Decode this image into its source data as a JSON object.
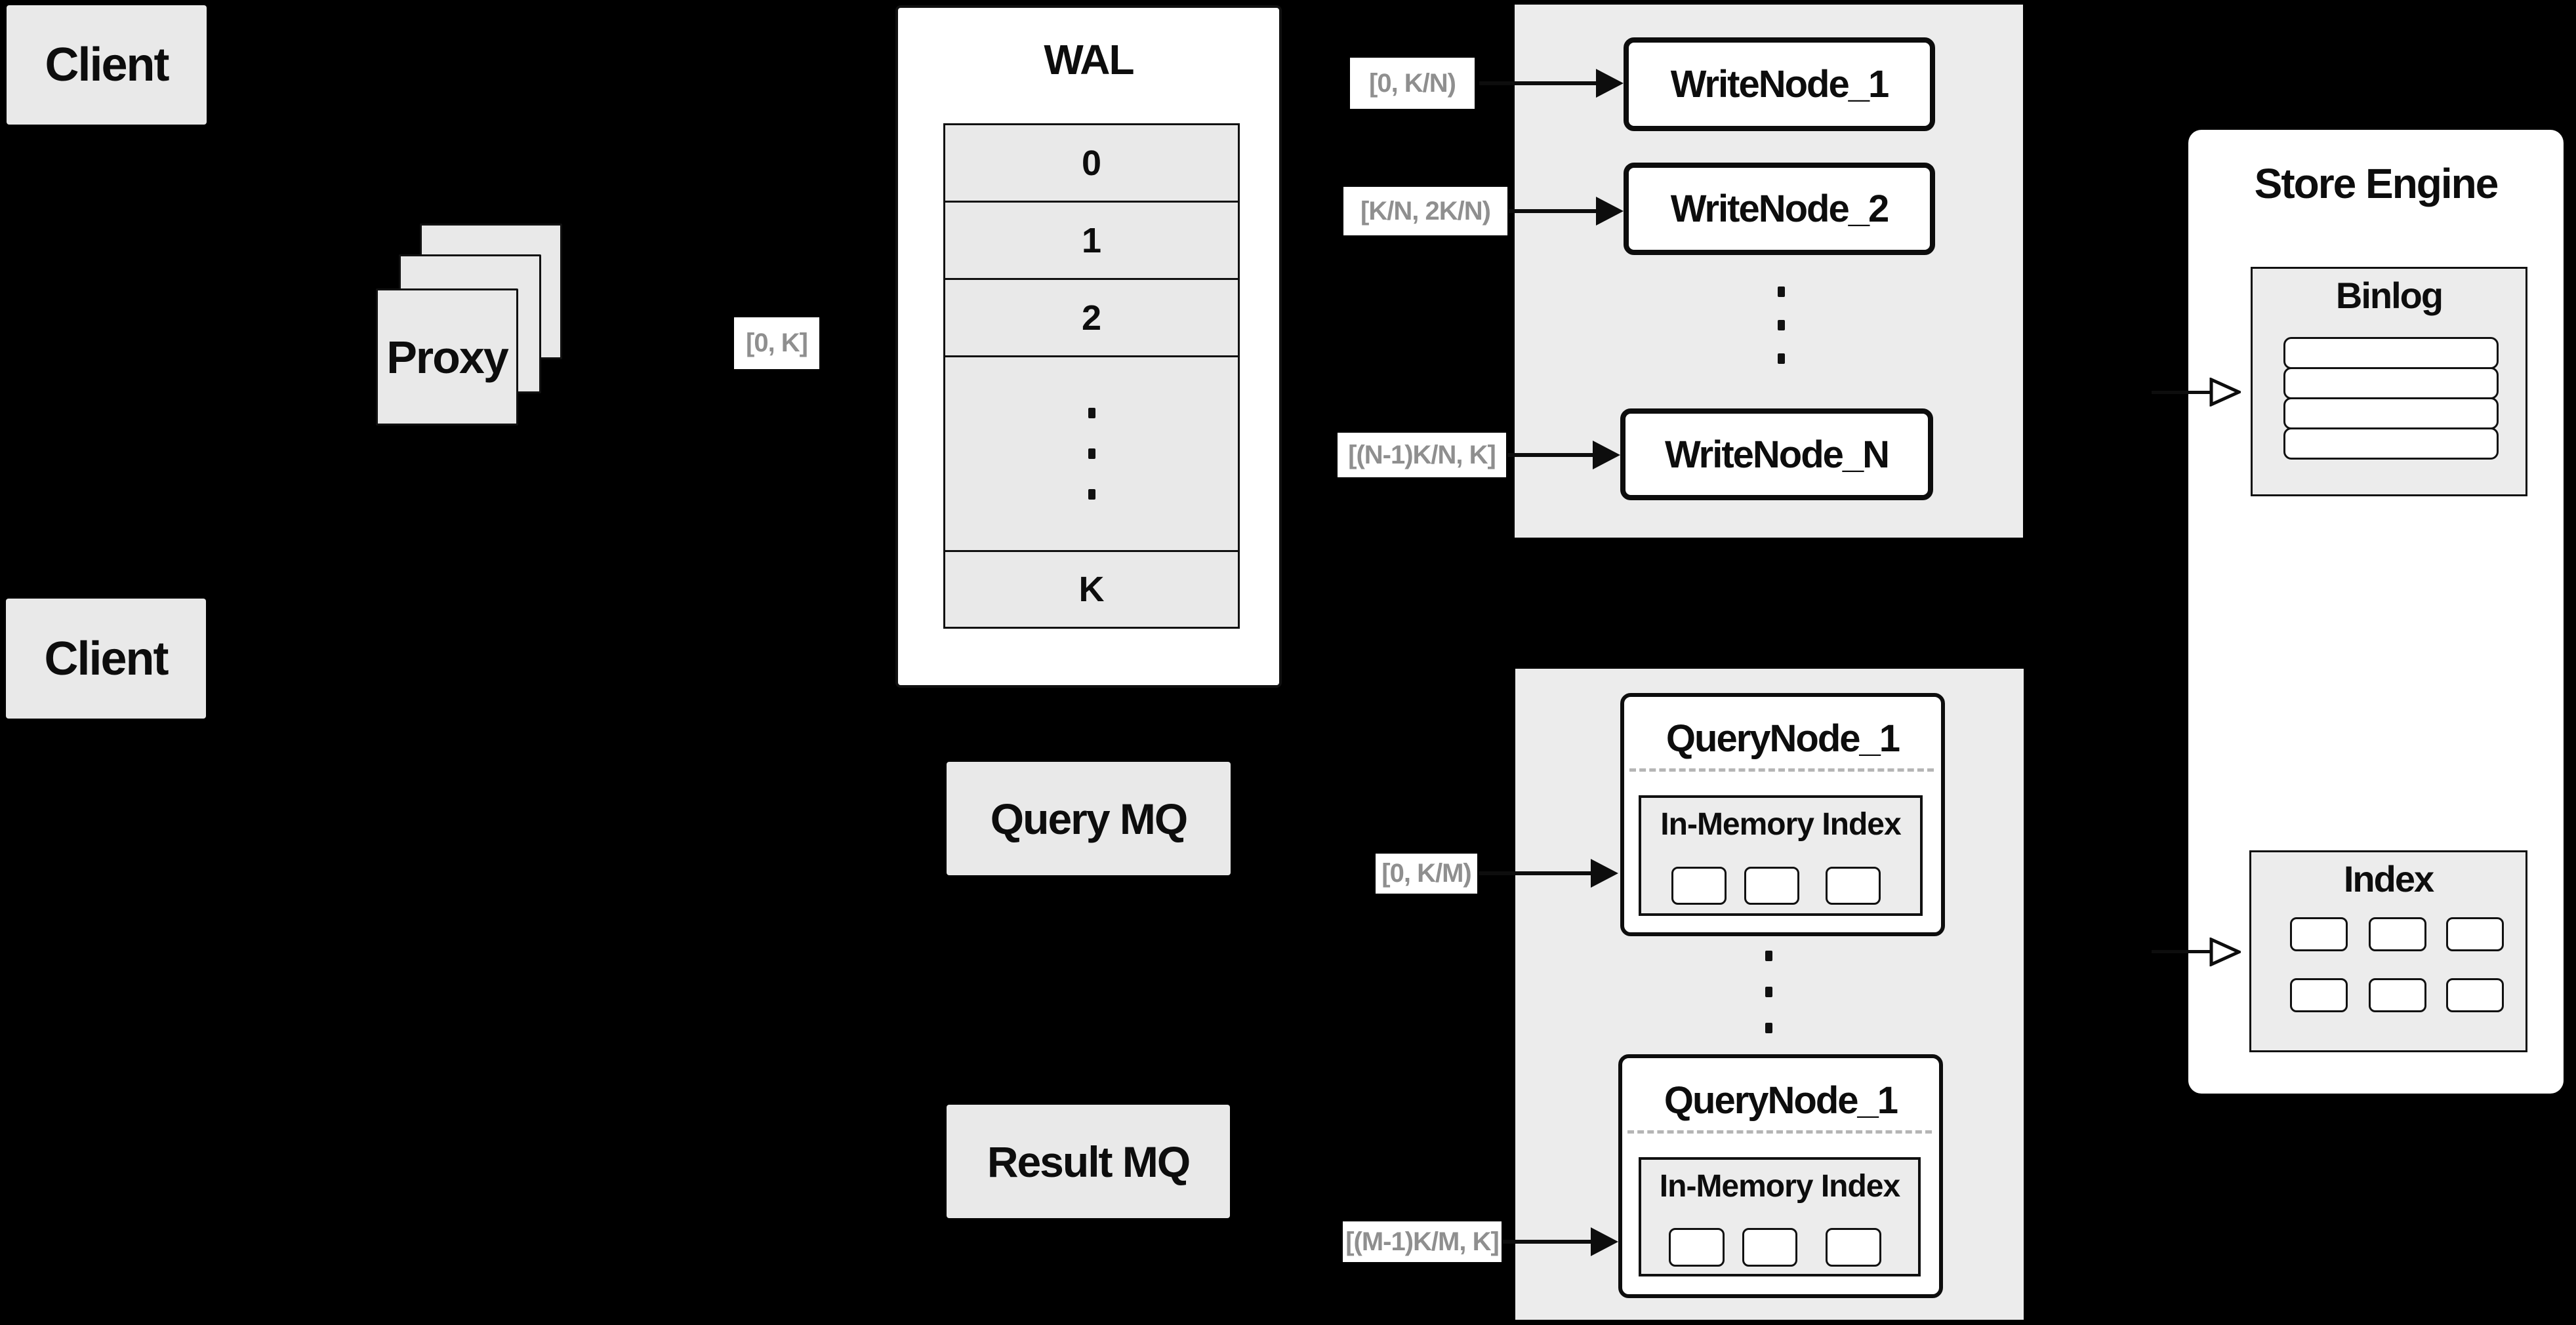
{
  "colors": {
    "background": "#000000",
    "panel_gray": "#ececec",
    "box_gray": "#e9e9e9",
    "white": "#ffffff",
    "line_black": "#0d0d0d",
    "muted_label_text": "#8f8f8f"
  },
  "clients": {
    "top": "Client",
    "bottom": "Client"
  },
  "proxy": {
    "label": "Proxy",
    "range": "[0, K]"
  },
  "wal": {
    "title": "WAL",
    "segments": [
      "0",
      "1",
      "2"
    ],
    "last_segment": "K"
  },
  "write_cluster": {
    "nodes": [
      {
        "name": "WriteNode_1",
        "range": "[0, K/N)"
      },
      {
        "name": "WriteNode_2",
        "range": "[K/N, 2K/N)"
      },
      {
        "name": "WriteNode_N",
        "range": "[(N-1)K/N, K]"
      }
    ]
  },
  "mq": {
    "query": "Query MQ",
    "result": "Result MQ"
  },
  "query_cluster": {
    "nodes": [
      {
        "name": "QueryNode_1",
        "memory": "In-Memory Index",
        "range": "[0, K/M)"
      },
      {
        "name": "QueryNode_1",
        "memory": "In-Memory Index",
        "range": "[(M-1)K/M, K]"
      }
    ]
  },
  "store_engine": {
    "title": "Store Engine",
    "binlog": "Binlog",
    "index": "Index"
  }
}
